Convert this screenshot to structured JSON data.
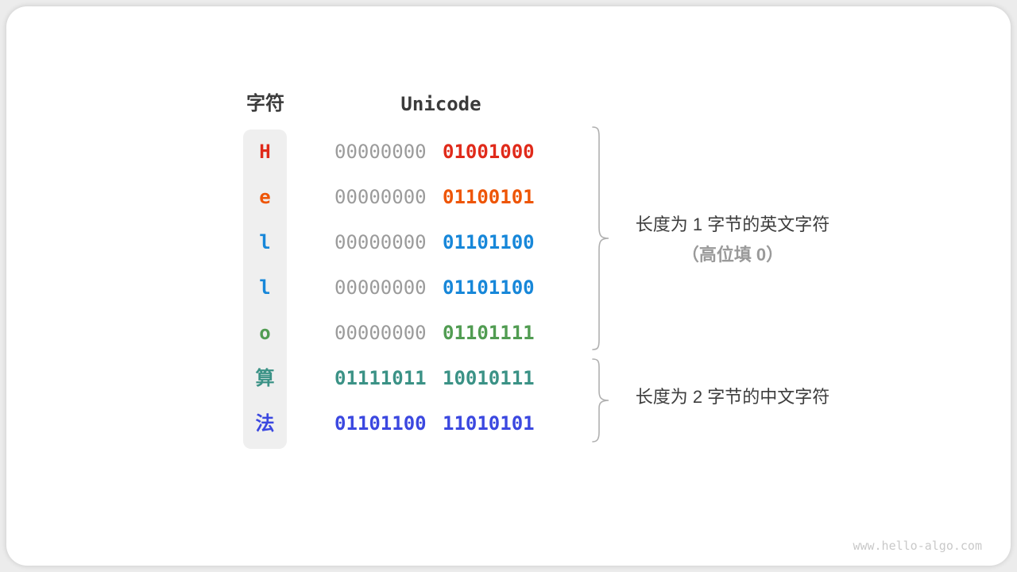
{
  "header": {
    "char_col": "字符",
    "unicode_col": "Unicode"
  },
  "rows": [
    {
      "char": "H",
      "color": "#e02a1a",
      "byte1": "00000000",
      "byte1_color": "#9b9b9b",
      "byte1_weight": "400",
      "byte2": "01001000",
      "byte2_color": "#e02a1a"
    },
    {
      "char": "e",
      "color": "#ee5506",
      "byte1": "00000000",
      "byte1_color": "#9b9b9b",
      "byte1_weight": "400",
      "byte2": "01100101",
      "byte2_color": "#ee5506"
    },
    {
      "char": "l",
      "color": "#1787d9",
      "byte1": "00000000",
      "byte1_color": "#9b9b9b",
      "byte1_weight": "400",
      "byte2": "01101100",
      "byte2_color": "#1787d9"
    },
    {
      "char": "l",
      "color": "#1787d9",
      "byte1": "00000000",
      "byte1_color": "#9b9b9b",
      "byte1_weight": "400",
      "byte2": "01101100",
      "byte2_color": "#1787d9"
    },
    {
      "char": "o",
      "color": "#519c52",
      "byte1": "00000000",
      "byte1_color": "#9b9b9b",
      "byte1_weight": "400",
      "byte2": "01101111",
      "byte2_color": "#519c52"
    },
    {
      "char": "算",
      "color": "#3b9286",
      "byte1": "01111011",
      "byte1_color": "#3b9286",
      "byte1_weight": "700",
      "byte2": "10010111",
      "byte2_color": "#3b9286"
    },
    {
      "char": "法",
      "color": "#3b48e0",
      "byte1": "01101100",
      "byte1_color": "#3b48e0",
      "byte1_weight": "700",
      "byte2": "11010101",
      "byte2_color": "#3b48e0"
    }
  ],
  "annotations": {
    "group1_line1": "长度为 1 字节的英文字符",
    "group1_line2": "（高位填 0）",
    "group2_line1": "长度为 2 字节的中文字符",
    "brace_color": "#b0b0b0"
  },
  "watermark": "www.hello-algo.com",
  "colors": {
    "card_background": "#ffffff",
    "page_background": "#ececec",
    "pill_background": "#efefef",
    "heading_text": "#3b3b3b",
    "label_text": "#3d3d3d",
    "label_sub_text": "#9a9a9a",
    "gray_bits": "#9b9b9b",
    "watermark_text": "#c9c9c9"
  }
}
